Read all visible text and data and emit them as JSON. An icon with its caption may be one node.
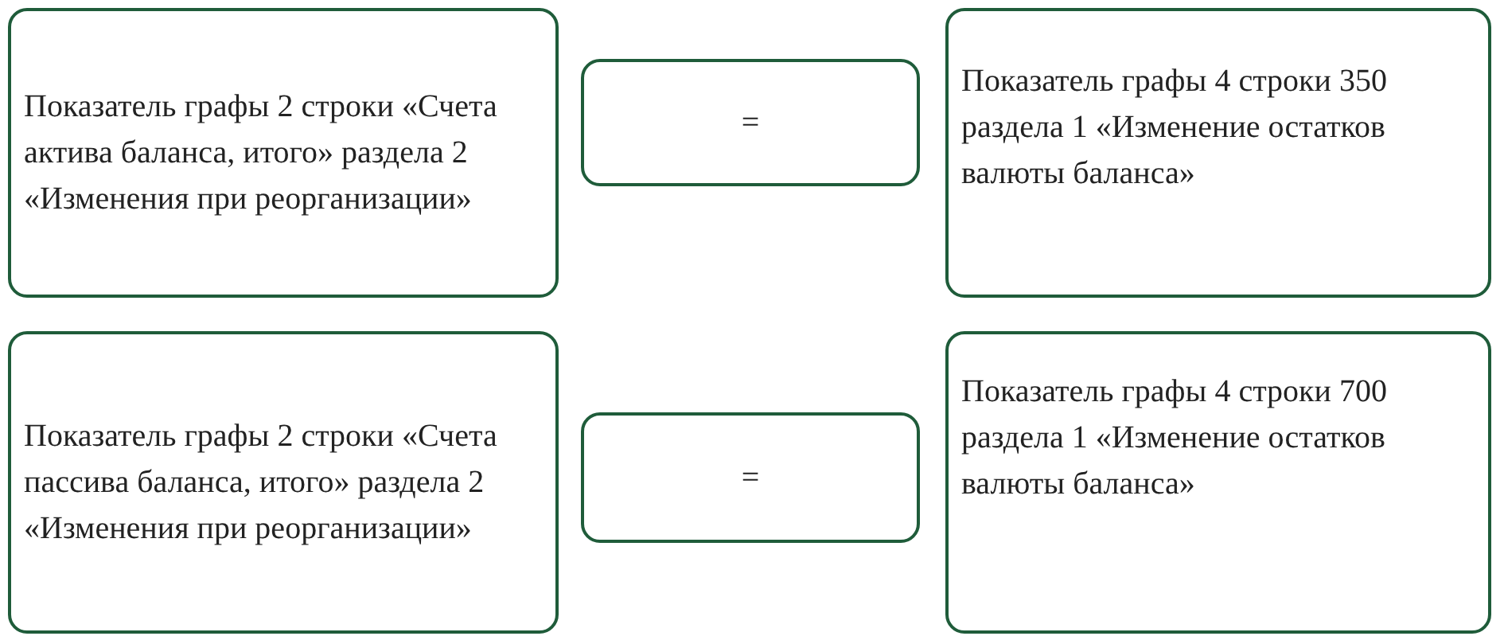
{
  "diagram": {
    "nodes": [
      {
        "text": [
          "Показатель графы 2 строки «Счета актива баланса, итого» раздела 2 «Изменения при реорганизации»"
        ]
      },
      {
        "text": [
          "="
        ]
      },
      {
        "text": [
          "Показатель графы 4 строки 350 раздела 1 «Изменение остатков валюты баланса»"
        ]
      },
      {
        "text": [
          "Показатель графы 2 строки «Счета пассива баланса, итого» раздела 2 «Изменения при реорганизации»"
        ]
      },
      {
        "text": [
          "="
        ]
      },
      {
        "text": [
          "Показатель графы 4 строки 700 раздела 1 «Изменение остатков валюты баланса»"
        ]
      }
    ]
  }
}
